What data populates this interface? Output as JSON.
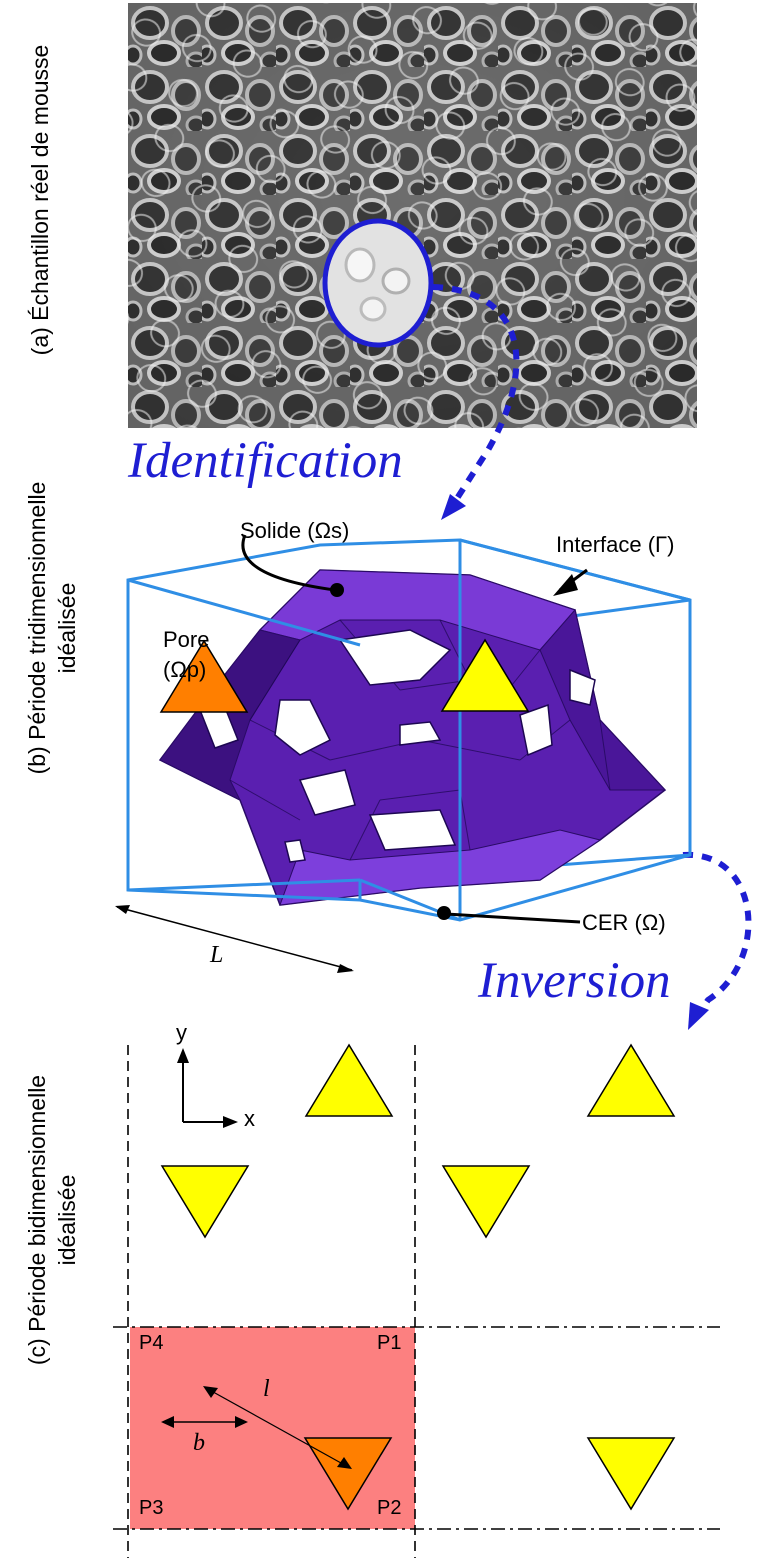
{
  "panels": {
    "a_label": "(a) Échantillon réel de mousse",
    "b_label_line1": "(b) Période tridimensionnelle",
    "b_label_line2": "idéalisée",
    "c_label_line1": "(c) Période bidimensionnelle",
    "c_label_line2": "idéalisée"
  },
  "arrows": {
    "identification": "Identification",
    "inversion": "Inversion"
  },
  "labels3d": {
    "solid": "Solide (Ωs)",
    "interface": "Interface (Γ)",
    "pore_line1": "Pore",
    "pore_line2": "(Ωp)",
    "cer": "CER (Ω)",
    "length": "L"
  },
  "labels2d": {
    "axis_y": "y",
    "axis_x": "x",
    "p1": "P1",
    "p2": "P2",
    "p3": "P3",
    "p4": "P4",
    "l": "l",
    "b": "b"
  },
  "colors": {
    "accent_blue": "#1e1ed2",
    "cell_blue": "#2f8ee5",
    "solid_purple": "#6a28c0",
    "triangle_yellow": "#ffff00",
    "triangle_orange": "#ff7f00",
    "cell_red": "#fc8080"
  }
}
